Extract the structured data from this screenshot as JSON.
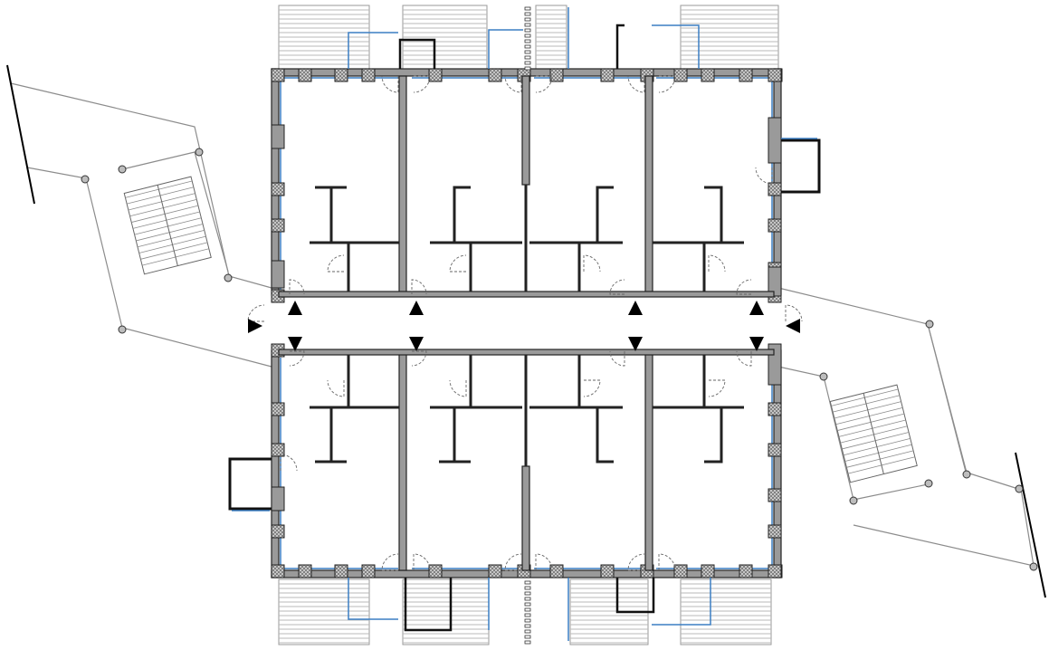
{
  "drawing": {
    "type": "architectural-floor-plan",
    "title": "",
    "units": 8,
    "corridor_entrances": 2,
    "external_stairs": 2,
    "balconies": 2,
    "colors": {
      "background": "#ffffff",
      "wall_fill": "#9a9a9a",
      "wall_stroke": "#222222",
      "line": "#444444",
      "thin_line": "#8c8c8c",
      "window": "#3b7fc4",
      "hatch": "#b8b8b8",
      "marker": "#000000",
      "node_fill": "#bdbdbd"
    },
    "symbols": [
      "entrance-arrow",
      "column-hatch",
      "door-swing",
      "stair-treads",
      "site-path",
      "survey-node"
    ]
  }
}
